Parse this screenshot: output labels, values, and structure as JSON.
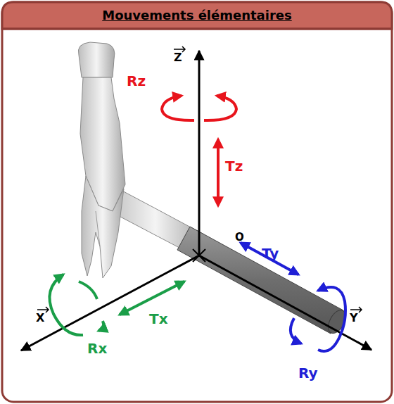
{
  "diagram": {
    "title": "Mouvements élémentaires",
    "labels": [
      "Z",
      "X",
      "Y",
      "O",
      "Rz",
      "Tz",
      "Ty",
      "Ry",
      "Tx",
      "Rx"
    ]
  }
}
